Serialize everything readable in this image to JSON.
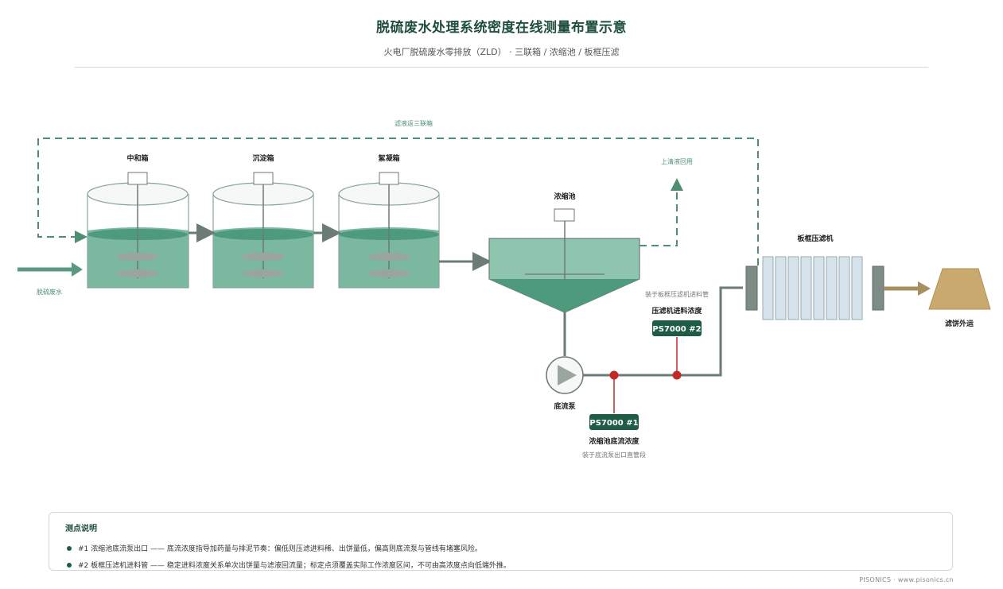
{
  "header": {
    "title": "脱硫废水处理系统密度在线测量布置示意",
    "subtitle": "火电厂脱硫废水零排放（ZLD） · 三联箱 / 浓缩池 / 板框压滤"
  },
  "diagram": {
    "inlet_label": "脱硫废水",
    "return_loop_label": "滤液返三联箱",
    "supernatant_label": "上清液回用",
    "tanks": [
      {
        "label": "中和箱"
      },
      {
        "label": "沉淀箱"
      },
      {
        "label": "絮凝箱"
      }
    ],
    "thickener_label": "浓缩池",
    "pump_label": "底流泵",
    "filter_press_label": "板框压滤机",
    "cake_label": "滤饼外运",
    "sensors": [
      {
        "id": "PS7000 #1",
        "caption": "浓缩池底流浓度",
        "note": "装于底流泵出口直管段"
      },
      {
        "id": "PS7000 #2",
        "caption": "压滤机进料浓度",
        "note": "装于板框压滤机进料管"
      }
    ],
    "colors": {
      "liquid": "#7ab8a0",
      "liquid_surface": "#4e9a7c",
      "pipe": "#6b7b76",
      "dashed_loop": "#4e8f72",
      "badge": "#1f5c46",
      "sensor": "#c62828",
      "cake": "#c9a96e"
    }
  },
  "legend": {
    "title": "测点说明",
    "items": [
      "#1 浓缩池底流泵出口 —— 底流浓度指导加药量与排泥节奏：偏低则压滤进料稀、出饼量低，偏高则底流泵与管线有堵塞风险。",
      "#2 板框压滤机进料管 —— 稳定进料浓度关系单次出饼量与滤液回流量；标定点须覆盖实际工作浓度区间，不可由高浓度点向低端外推。"
    ]
  },
  "footer": {
    "brand": "PISONICS · www.pisonics.cn"
  }
}
